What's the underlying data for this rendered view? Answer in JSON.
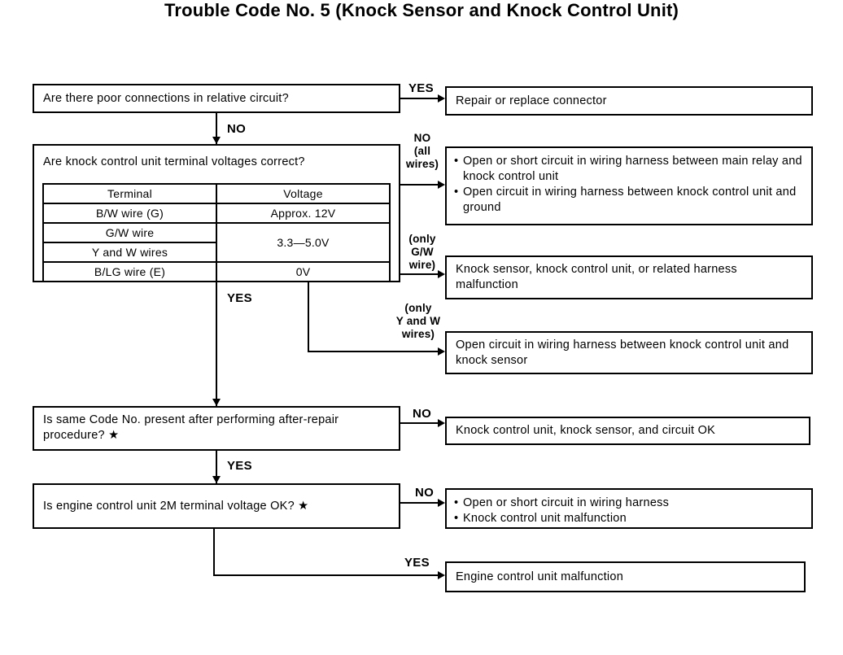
{
  "title": "Trouble Code No. 5 (Knock Sensor and Knock Control Unit)",
  "nodes": {
    "q1": "Are there poor connections in relative circuit?",
    "a1": "Repair or replace connector",
    "q2": "Are knock control unit terminal voltages correct?",
    "a2_items": [
      "Open or short circuit in wiring harness between main relay and knock control unit",
      "Open circuit in wiring harness between knock control unit and ground"
    ],
    "a3": "Knock sensor, knock control unit, or related harness malfunction",
    "a4": "Open circuit in wiring harness between knock control unit and knock sensor",
    "q3": "Is same Code No. present after performing after-repair procedure? ★",
    "a5": "Knock control unit, knock sensor, and circuit OK",
    "q4": "Is engine control unit 2M terminal voltage OK? ★",
    "a6_items": [
      "Open or short circuit in wiring harness",
      "Knock control unit malfunction"
    ],
    "a7": "Engine control unit malfunction"
  },
  "table": {
    "headers": [
      "Terminal",
      "Voltage"
    ],
    "rows": [
      [
        "B/W wire (G)",
        "Approx. 12V"
      ],
      [
        "G/W wire",
        "3.3—5.0V"
      ],
      [
        "Y and W wires",
        ""
      ],
      [
        "B/LG wire (E)",
        "0V"
      ]
    ]
  },
  "branch_labels": {
    "yes_top": "YES",
    "no_top": "NO",
    "no_all_wires": [
      "NO",
      "(all",
      "wires)"
    ],
    "only_gw_wire": [
      "(only",
      "G/W",
      "wire)"
    ],
    "only_yw_wires": [
      "(only",
      "Y and W",
      "wires)"
    ],
    "yes_mid": "YES",
    "no_mid": "NO",
    "yes_low": "YES",
    "no_low": "NO",
    "yes_bottom": "YES"
  },
  "bullet": "•"
}
